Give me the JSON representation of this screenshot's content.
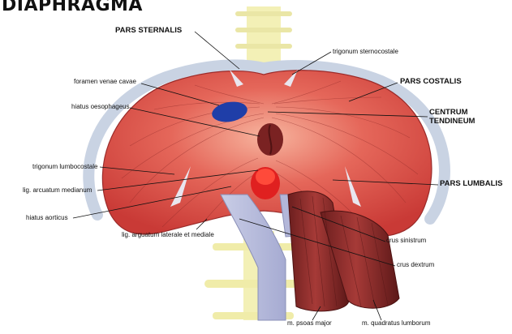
{
  "title": "DIAPHRAGMA",
  "labels": {
    "pars_sternalis": "PARS STERNALIS",
    "trigonum_sternocostale": "trigonum sternocostale",
    "foramen_venae_cavae": "foramen venae cavae",
    "pars_costalis": "PARS COSTALIS",
    "hiatus_oesophageus": "hiatus oesophageus",
    "centrum_tendineum_1": "CENTRUM",
    "centrum_tendineum_2": "TENDINEUM",
    "trigonum_lumbocostale": "trigonum lumbocostale",
    "lig_arcuatum_medianum": "lig. arcuatum medianum",
    "pars_lumbalis": "PARS LUMBALIS",
    "hiatus_aorticus": "hiatus aorticus",
    "lig_arcuatum_laterale": "lig. arguatum laterale et mediale",
    "crus_sinistrum": "crus sinistrum",
    "crus_dextrum": "crus dextrum",
    "m_psoas_major": "m. psoas major",
    "m_quadratus_lumborum": "m. quadratus lumborum"
  },
  "colors": {
    "muscle": "#d9534f",
    "muscle_light": "#f19a84",
    "tendon": "#f5c8b8",
    "vena_cava": "#1f3ea8",
    "oesophagus": "#7a2222",
    "aorta": "#e02020",
    "spine": "#f3f0b6",
    "psoas": "#8e2d2d",
    "ribs": "#c9d3e3"
  }
}
